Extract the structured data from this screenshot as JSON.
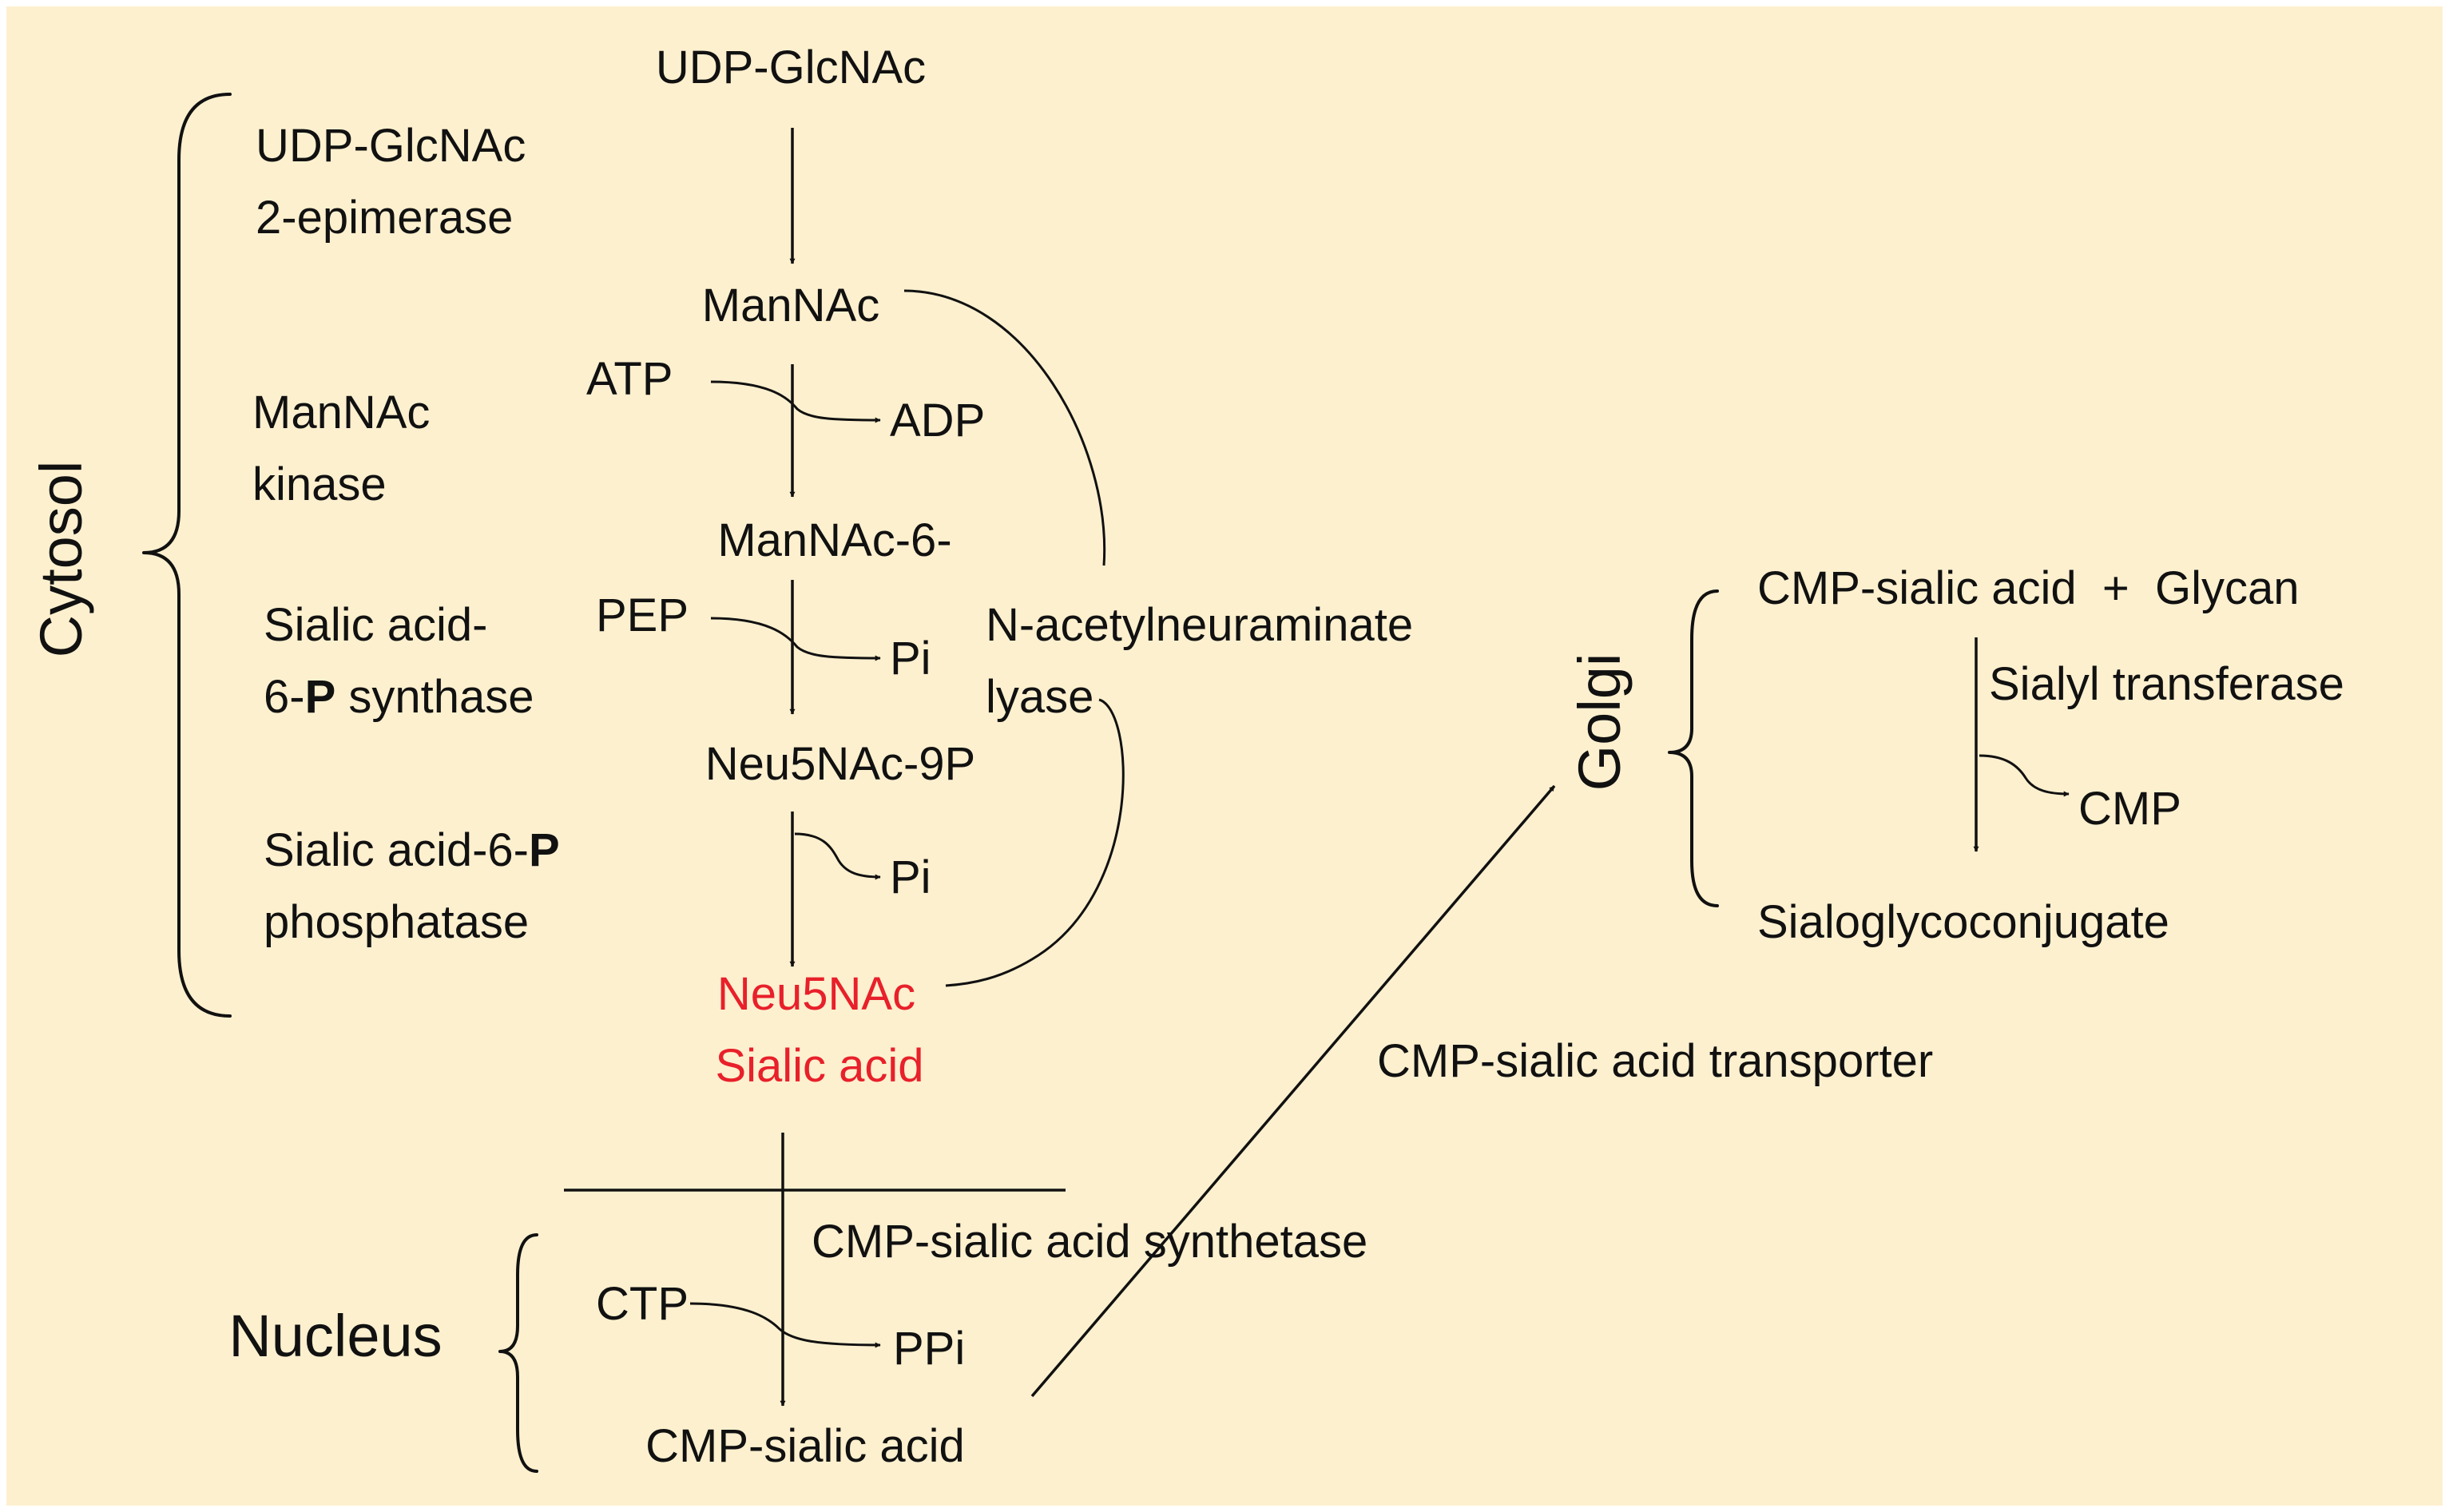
{
  "colors": {
    "background": "#fdf0cf",
    "ink": "#111111",
    "highlight": "#e8202a"
  },
  "regions": {
    "cytosol": "Cytosol",
    "nucleus": "Nucleus",
    "golgi": "Golgi"
  },
  "metabolites": {
    "udp_glcnac": "UDP-GlcNAc",
    "mannac": "ManNAc",
    "mannac_6p": "ManNAc-6-",
    "neu5nac_9p": "Neu5NAc-9P",
    "neu5nac": "Neu5NAc",
    "sialic_acid": "Sialic acid",
    "cmp_sialic_acid": "CMP-sialic acid",
    "atp": "ATP",
    "adp": "ADP",
    "pep": "PEP",
    "pi_1": "Pi",
    "pi_2": "Pi",
    "ctp": "CTP",
    "ppi": "PPi"
  },
  "enzymes": {
    "epimerase_line1": "UDP-GlcNAc",
    "epimerase_line2": "2-epimerase",
    "kinase_line1": "ManNAc",
    "kinase_line2": "kinase",
    "synthase_line1": "Sialic acid-",
    "synthase_line2_prefix": "6-",
    "synthase_line2_bold": "P",
    "synthase_line2_suffix": " synthase",
    "phosphatase_line1_prefix": "Sialic acid-6-",
    "phosphatase_line1_bold": "P",
    "phosphatase_line2": "phosphatase",
    "lyase_line1": "N-acetylneuraminate",
    "lyase_line2": "lyase",
    "cmp_synthetase": "CMP-sialic acid synthetase",
    "transporter": "CMP-sialic acid transporter",
    "sialyl_transferase": "Sialyl transferase"
  },
  "golgi": {
    "substrate": "CMP-sialic acid  +  Glycan",
    "cmp": "CMP",
    "product": "Sialoglycoconjugate"
  }
}
